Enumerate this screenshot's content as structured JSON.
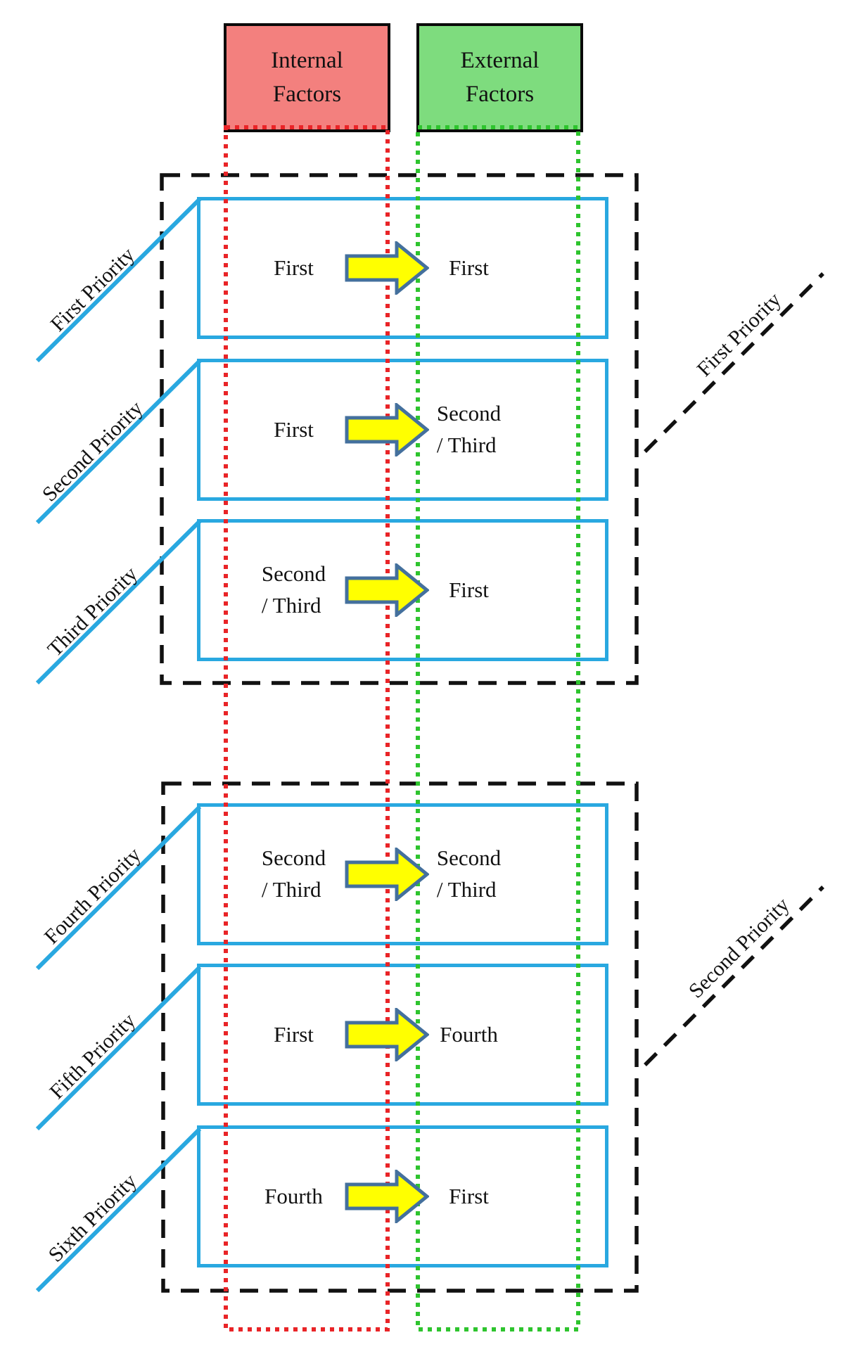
{
  "figure": {
    "columns": {
      "internal": {
        "label": "Internal\nFactors"
      },
      "external": {
        "label": "External\nFactors"
      }
    },
    "groups": [
      {
        "group_label": "First Priority",
        "rows": [
          {
            "row_label": "First Priority",
            "internal": "First",
            "external": "First"
          },
          {
            "row_label": "Second Priority",
            "internal": "First",
            "external": "Second\n/ Third"
          },
          {
            "row_label": "Third Priority",
            "internal": "Second\n/ Third",
            "external": "First"
          }
        ]
      },
      {
        "group_label": "Second Priority",
        "rows": [
          {
            "row_label": "Fourth Priority",
            "internal": "Second\n/ Third",
            "external": "Second\n/ Third"
          },
          {
            "row_label": "Fifth Priority",
            "internal": "First",
            "external": "Fourth"
          },
          {
            "row_label": "Sixth Priority",
            "internal": "Fourth",
            "external": "First"
          }
        ]
      }
    ],
    "colors": {
      "internal_fill": "#f3807e",
      "external_fill": "#7edc7e",
      "internal_guide_dotted": "#e92427",
      "external_guide_dotted": "#2ec42e",
      "row_box_blue": "#29a8e0",
      "arrow_fill": "#ffff00",
      "arrow_border": "#44709d",
      "group_dash_black": "#111111"
    }
  }
}
